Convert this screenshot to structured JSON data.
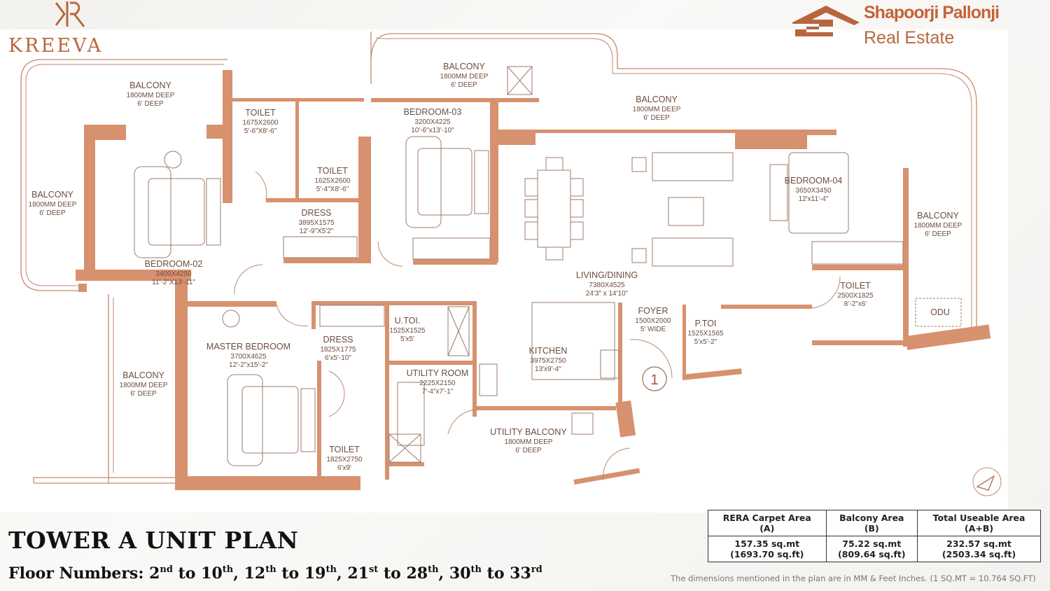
{
  "brand": {
    "logo_mark": "KR",
    "name": "KREEVA"
  },
  "developer": {
    "name": "Shapoorji Pallonji",
    "subtitle": "Real Estate"
  },
  "rooms": [
    {
      "name": "BALCONY",
      "dim_mm": "1800MM DEEP",
      "dim_ft": "6' DEEP"
    },
    {
      "name": "BALCONY",
      "dim_mm": "1800MM DEEP",
      "dim_ft": "6' DEEP"
    },
    {
      "name": "TOILET",
      "dim_mm": "1675X2600",
      "dim_ft": "5'-6\"X8'-6\""
    },
    {
      "name": "TOILET",
      "dim_mm": "1625X2600",
      "dim_ft": "5'-4\"X8'-6\""
    },
    {
      "name": "DRESS",
      "dim_mm": "3895X1575",
      "dim_ft": "12'-9\"X5'2\""
    },
    {
      "name": "BEDROOM-02",
      "dim_mm": "3400X4250",
      "dim_ft": "11'-2\"X13'-11\""
    },
    {
      "name": "BALCONY",
      "dim_mm": "1800MM DEEP",
      "dim_ft": "6' DEEP"
    },
    {
      "name": "BEDROOM-03",
      "dim_mm": "3200X4225",
      "dim_ft": "10'-6\"x13'-10\""
    },
    {
      "name": "BALCONY",
      "dim_mm": "1800MM DEEP",
      "dim_ft": "6' DEEP"
    },
    {
      "name": "BEDROOM-04",
      "dim_mm": "3650X3450",
      "dim_ft": "12'x11'-4\""
    },
    {
      "name": "BALCONY",
      "dim_mm": "1800MM DEEP",
      "dim_ft": "6' DEEP"
    },
    {
      "name": "LIVING/DINING",
      "dim_mm": "7380X4525",
      "dim_ft": "24'3\" x 14'10\""
    },
    {
      "name": "TOILET",
      "dim_mm": "2500X1825",
      "dim_ft": "8'-2\"x6'"
    },
    {
      "name": "ODU",
      "dim_mm": "",
      "dim_ft": ""
    },
    {
      "name": "FOYER",
      "dim_mm": "1500X2000",
      "dim_ft": "5' WIDE"
    },
    {
      "name": "P.TOI",
      "dim_mm": "1525X1565",
      "dim_ft": "5'x5'-2\""
    },
    {
      "name": "KITCHEN",
      "dim_mm": "3975X2750",
      "dim_ft": "13'x9'-4\""
    },
    {
      "name": "UTILITY ROOM",
      "dim_mm": "2225X2150",
      "dim_ft": "7'-4\"x7'-1\""
    },
    {
      "name": "U.TOI.",
      "dim_mm": "1525X1525",
      "dim_ft": "5'x5'"
    },
    {
      "name": "DRESS",
      "dim_mm": "1825X1775",
      "dim_ft": "6'x5'-10\""
    },
    {
      "name": "MASTER BEDROOM",
      "dim_mm": "3700X4625",
      "dim_ft": "12'-2\"x15'-2\""
    },
    {
      "name": "BALCONY",
      "dim_mm": "1800MM DEEP",
      "dim_ft": "6' DEEP"
    },
    {
      "name": "TOILET",
      "dim_mm": "1825X2750",
      "dim_ft": "6'x9'"
    },
    {
      "name": "UTILITY BALCONY",
      "dim_mm": "1800MM DEEP",
      "dim_ft": "6' DEEP"
    }
  ],
  "entrance_marker": "1",
  "title": "TOWER A UNIT PLAN",
  "floors": {
    "label": "Floor Numbers:",
    "joiner": "to",
    "ranges": [
      {
        "from": "2",
        "from_sup": "nd",
        "to": "10",
        "to_sup": "th"
      },
      {
        "from": "12",
        "from_sup": "th",
        "to": "19",
        "to_sup": "th"
      },
      {
        "from": "21",
        "from_sup": "st",
        "to": "28",
        "to_sup": "th"
      },
      {
        "from": "30",
        "from_sup": "th",
        "to": "33",
        "to_sup": "rd"
      }
    ]
  },
  "area_table": {
    "headers": [
      {
        "line1": "RERA Carpet Area",
        "line2": "(A)"
      },
      {
        "line1": "Balcony Area",
        "line2": "(B)"
      },
      {
        "line1": "Total Useable Area",
        "line2": "(A+B)"
      }
    ],
    "values": [
      {
        "sqmt": "157.35 sq.mt",
        "sqft": "(1693.70 sq.ft)"
      },
      {
        "sqmt": "75.22 sq.mt",
        "sqft": "(809.64 sq.ft)"
      },
      {
        "sqmt": "232.57 sq.mt",
        "sqft": "(2503.34 sq.ft)"
      }
    ]
  },
  "footnote": "The dimensions mentioned in the plan are in MM & Feet Inches. (1 SQ.MT = 10.764 SQ.FT)",
  "colors": {
    "wall": "#d7916f",
    "brand": "#c4633a",
    "text": "#6d4d3e"
  }
}
